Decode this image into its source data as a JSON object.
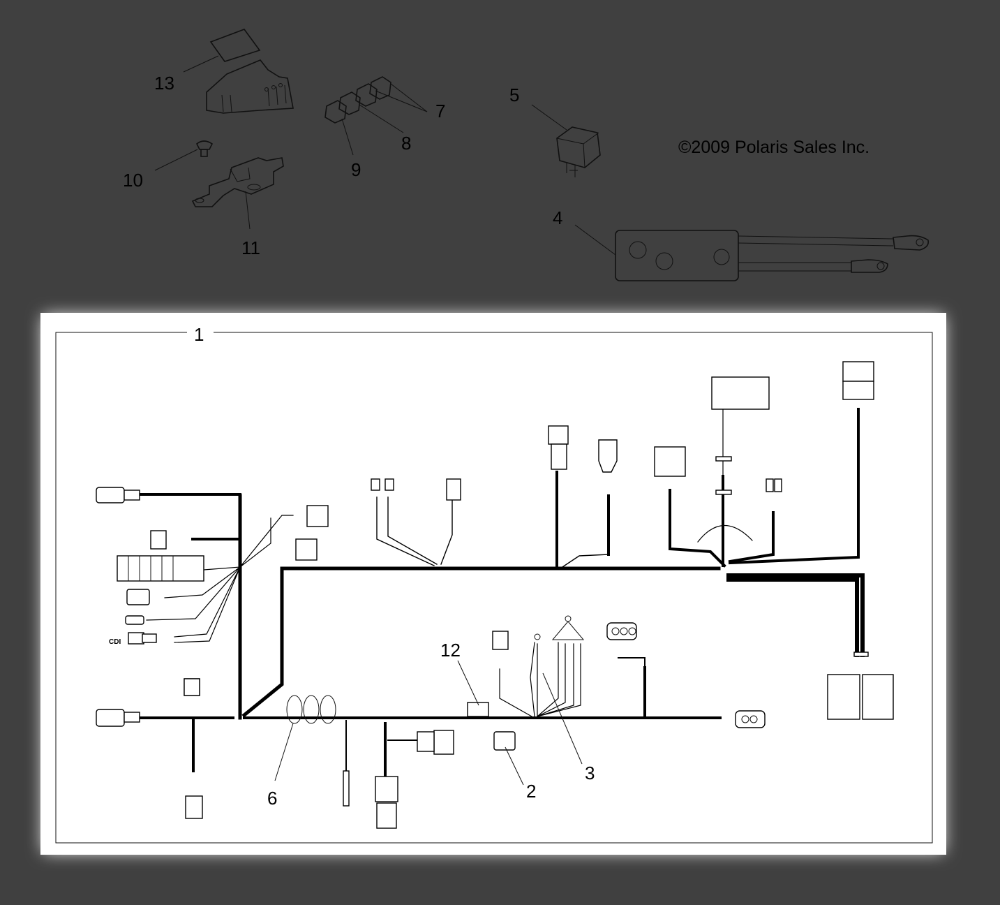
{
  "copyright": "©2009 Polaris Sales Inc.",
  "connector_label_cdi": "CDI",
  "callouts": [
    {
      "id": "13",
      "label": "13"
    },
    {
      "id": "7",
      "label": "7"
    },
    {
      "id": "8",
      "label": "8"
    },
    {
      "id": "9",
      "label": "9"
    },
    {
      "id": "10",
      "label": "10"
    },
    {
      "id": "11",
      "label": "11"
    },
    {
      "id": "5",
      "label": "5"
    },
    {
      "id": "4",
      "label": "4"
    },
    {
      "id": "1",
      "label": "1"
    },
    {
      "id": "12",
      "label": "12"
    },
    {
      "id": "6",
      "label": "6"
    },
    {
      "id": "2",
      "label": "2"
    },
    {
      "id": "3",
      "label": "3"
    }
  ],
  "colors": {
    "background": "#404040",
    "panel": "#ffffff",
    "ink": "#000000"
  }
}
